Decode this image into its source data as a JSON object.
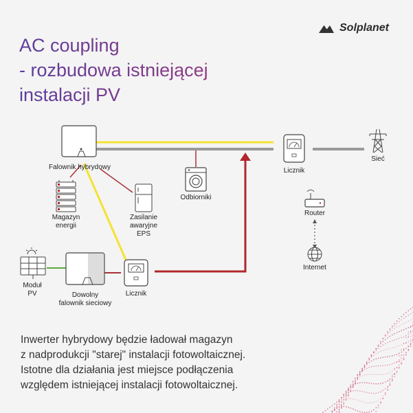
{
  "brand": {
    "name": "Solplanet",
    "icon": "solplanet-logo-icon"
  },
  "title": {
    "line1": "AC coupling",
    "line2": "- rozbudowa istniejącej",
    "line3": "instalacji PV",
    "gradient_start": "#5b3c9c",
    "gradient_end": "#a83a7a"
  },
  "colors": {
    "yellow_line": "#f4e234",
    "gray_line": "#9a9a9a",
    "red_line": "#b0282c",
    "red_link": "#a83236",
    "green_line": "#5aaa3c"
  },
  "nodes": {
    "hybrid_inverter": {
      "label": "Falownik hybrydowy",
      "icon": "hybrid-inverter-icon"
    },
    "battery": {
      "label_line1": "Magazyn",
      "label_line2": "energii",
      "icon": "battery-storage-icon"
    },
    "eps": {
      "label_line1": "Zasilanie",
      "label_line2": "awaryjne",
      "label_line3": "EPS",
      "icon": "fridge-icon"
    },
    "loads": {
      "label": "Odbiorniki",
      "icon": "washing-machine-icon"
    },
    "meter_top": {
      "label": "Licznik",
      "icon": "energy-meter-icon"
    },
    "grid": {
      "label": "Sieć",
      "icon": "power-pylon-icon"
    },
    "router": {
      "label": "Router",
      "icon": "router-icon"
    },
    "internet": {
      "label": "Internet",
      "icon": "globe-icon"
    },
    "pv_module": {
      "label_line1": "Moduł",
      "label_line2": "PV",
      "icon": "solar-panel-icon"
    },
    "grid_inverter": {
      "label_line1": "Dowolny",
      "label_line2": "falownik sieciowy",
      "icon": "grid-inverter-icon"
    },
    "meter_bottom": {
      "label": "Licznik",
      "icon": "energy-meter-icon"
    }
  },
  "description": {
    "line1": "Inwerter hybrydowy będzie ładował magazyn",
    "line2": "z nadprodukcji \"starej\" instalacji fotowoltaicznej.",
    "line3": "Istotne dla działania jest miejsce podłączenia",
    "line4": "względem istniejącej instalacji fotowoltaicznej."
  }
}
